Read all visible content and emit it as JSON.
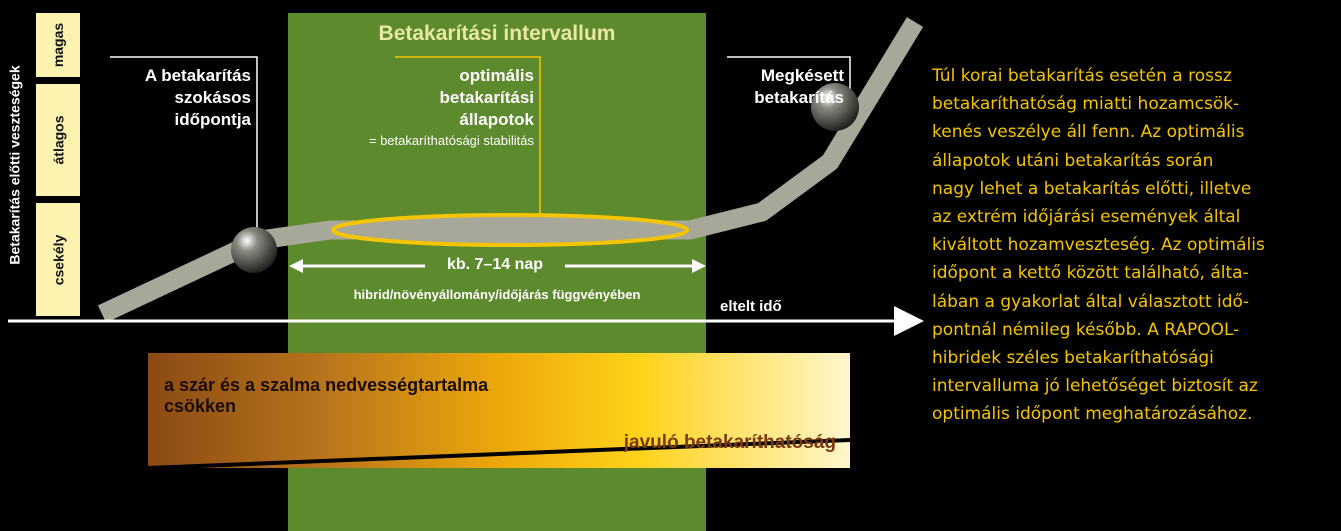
{
  "title": "Betakarítási intervallum",
  "y_axis": {
    "label": "Betakarítás előtti veszteségek",
    "levels": [
      "magas",
      "átlagos",
      "csekély"
    ]
  },
  "x_axis": {
    "label": "eltelt idő"
  },
  "callouts": {
    "usual_harvest": [
      "A betakarítás",
      "szokásos",
      "időpontja"
    ],
    "optimal": [
      "optimális",
      "betakarítási",
      "állapotok"
    ],
    "optimal_note": "= betakaríthatósági stabilitás",
    "late_harvest": [
      "Megkésett",
      "betakarítás"
    ]
  },
  "interval": {
    "duration": "kb. 7–14 nap",
    "dependency": "hibrid/növényállomány/időjárás függvényében"
  },
  "wedges": {
    "moisture": [
      "a szár és a szalma nedvességtartalma",
      "csökken"
    ],
    "harvestability": "javuló betakaríthatóság"
  },
  "side_text": [
    "Túl korai betakarítás esetén a rossz",
    "betakaríthatóság miatti hozamcsök-",
    "kenés veszélye áll fenn. Az optimális",
    "állapotok utáni betakarítás során",
    "nagy lehet a betakarítás előtti, illetve",
    "az extrém időjárási események által",
    "kiváltott hozamveszteség. Az optimális",
    "időpont a kettő között található, álta-",
    "lában a gyakorlat által választott idő-",
    "pontnál némileg később. A RAPOOL-",
    "hibridek széles betakaríthatósági",
    "intervalluma jó lehetőséget biztosít az",
    "optimális időpont meghatározásához."
  ],
  "colors": {
    "background": "#000000",
    "interval_band": "#5c8a2c",
    "title": "#e8e8a0",
    "curve": "#a8a89a",
    "highlight": "#f5c400",
    "y_level_box": "#fdf3b0",
    "wedge_dark": "#8b4a14",
    "wedge_light": "#fff6cc",
    "harvestability_text": "#7a3a0e"
  }
}
